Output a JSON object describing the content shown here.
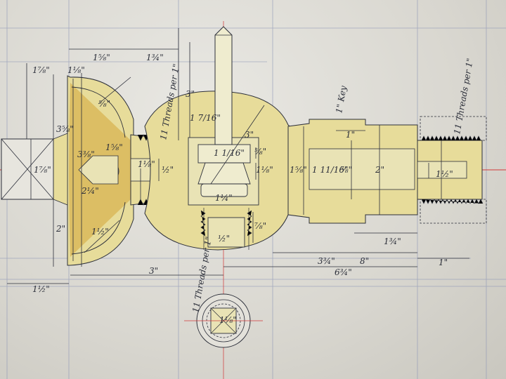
{
  "colors": {
    "paper": "#dedcd5",
    "wash": "#e7dc9a",
    "wash_dark": "#d9b85a",
    "ink": "#2c2f3a",
    "center_line": "#d23a3a",
    "guide_line": "#8a93b5"
  },
  "notes": {
    "threads_top": "11 Threads per 1\"",
    "threads_bottom": "11 Threads per 1\"",
    "threads_right": "11 Threads per 1\"",
    "key": "1\" Key"
  },
  "dims": {
    "top_1_5_8": "1⅝\"",
    "top_1_3_4": "1¾\"",
    "top_3": "3\"",
    "left_1_7_8": "1⅞\"",
    "left_width_1_7_8": "1⅞\"",
    "left_1_1_8": "1⅛\"",
    "flange_3_5_8": "3⅝\"",
    "flange_2": "2\"",
    "cup_5_8": "⅝\"",
    "cup_3_3_8": "3⅜\"",
    "cup_1_5_8": "1⅝\"",
    "cup_2_1_4": "2¼\"",
    "cup_1_1_2": "1½\"",
    "bore_1_1_8": "1⅛\"",
    "bore_1_2": "½\"",
    "ball_3": "3\"",
    "ball_1_7_16": "1 7/16\"",
    "ball_1_1_16": "1 1/16\"",
    "ball_5_8": "⅝\"",
    "ball_1_1_8a": "1⅛\"",
    "ball_1_1_4": "1¼\"",
    "ball_7_8": "⅞\"",
    "ball_1_2": "½\"",
    "neck_1_5_8": "1⅝\"",
    "shaft_1_11_16": "1 11/16\"",
    "shaft_5_8": "⅝\"",
    "shaft_2": "2\"",
    "end_1_1_2": "1½\"",
    "key_1": "1\"",
    "key_1_3_4": "1¾\"",
    "bottom_3": "3\"",
    "bottom_3_3_4": "3¾\"",
    "bottom_6_3_4": "6¾\"",
    "bottom_8": "8\"",
    "bottom_1": "1\"",
    "bottom_1_1_2": "1½\"",
    "nut_1_1_8": "1⅛\""
  }
}
